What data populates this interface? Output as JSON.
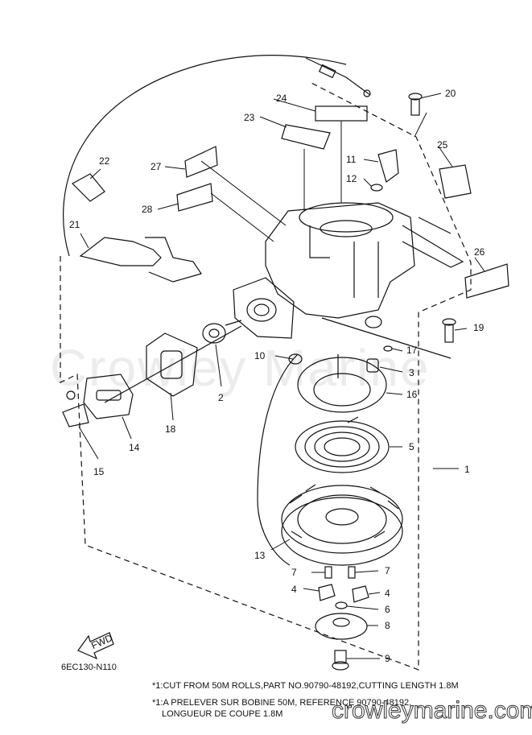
{
  "diagram": {
    "part_numbers": [
      "1",
      "2",
      "3",
      "4",
      "4",
      "5",
      "6",
      "7",
      "7",
      "8",
      "9",
      "10",
      "11",
      "12",
      "13",
      "14",
      "15",
      "16",
      "17",
      "18",
      "19",
      "20",
      "21",
      "22",
      "23",
      "24",
      "25",
      "26",
      "27",
      "28"
    ],
    "fwd_label": "FWD",
    "drawing_code": "6EC130-N110",
    "notes": [
      "*1:CUT FROM 50M ROLLS,PART NO.90790-48192,CUTTING LENGTH 1.8M",
      "*1:A PRELEVER SUR BOBINE 50M, REFERENCE 90790-48192,",
      "LONGUEUR DE COUPE 1.8M"
    ],
    "watermark": "Crowley Marine",
    "watermark_url": "crowleymarine.com"
  }
}
